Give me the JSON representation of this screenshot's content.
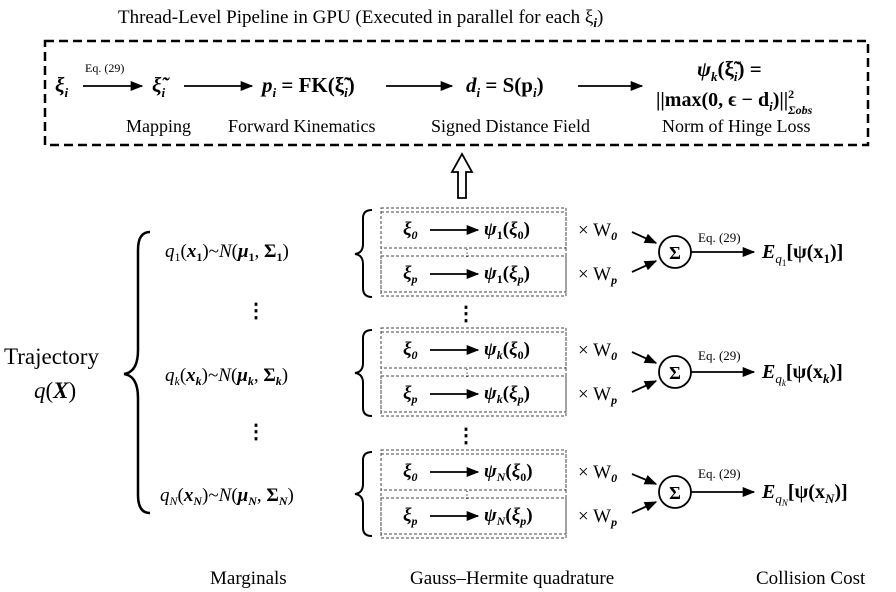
{
  "title": "Thread-Level Pipeline in GPU (Executed in parallel for each ξ",
  "title_sub": "i",
  "pipeline": {
    "xi": "ξ",
    "xi_sub": "i",
    "eq_label": "Eq. (29)",
    "xi_tilde": "ξ̃",
    "xi_tilde_sub": "i",
    "p_expr": "= FK(ξ̃",
    "p_expr_sub": "i",
    "d_expr": "= S(p",
    "psi_line1": "ψ",
    "psi_line1_tail": "(ξ̃",
    "psi_line1_end": ") =",
    "psi_line2": "||max(0, ϵ − d",
    "psi_line2_end": ")||",
    "psi_line2_sup": "2",
    "psi_line2_sub": "Σobs",
    "stage_labels": [
      "Mapping",
      "Forward Kinematics",
      "Signed Distance Field",
      "Norm of Hinge Loss"
    ]
  },
  "trajectory": {
    "line1": "Trajectory",
    "line2": "q(X)"
  },
  "marginals": [
    {
      "q": "q",
      "sub": "1",
      "x_sub": "1",
      "mu_sub": "1",
      "sigma_sub": "1"
    },
    {
      "q": "q",
      "sub": "k",
      "x_sub": "k",
      "mu_sub": "k",
      "sigma_sub": "k"
    },
    {
      "q": "q",
      "sub": "N",
      "x_sub": "N",
      "mu_sub": "N",
      "sigma_sub": "N"
    }
  ],
  "marginal_expr": {
    "x": "(x",
    "tilde": ")~N(μ",
    "comma": ", Σ",
    "close": ")"
  },
  "quadrature": {
    "xi0": "ξ",
    "xi0_sub": "0",
    "xip": "ξ",
    "xip_sub": "p",
    "psi": "ψ",
    "w0": "× W",
    "w0_sub": "0",
    "wp": "× W",
    "wp_sub": "p",
    "sum": "Σ",
    "eq_label": "Eq. (29)"
  },
  "costs": [
    {
      "E": "E",
      "q_sub": "q",
      "q_subsub": "1",
      "expr": "[ψ(x",
      "x_sub": "1",
      "end": ")]"
    },
    {
      "E": "E",
      "q_sub": "q",
      "q_subsub": "k",
      "expr": "[ψ(x",
      "x_sub": "k",
      "end": ")]"
    },
    {
      "E": "E",
      "q_sub": "q",
      "q_subsub": "N",
      "expr": "[ψ(x",
      "x_sub": "N",
      "end": ")]"
    }
  ],
  "ellipsis": "⋮",
  "bottom_labels": [
    "Marginals",
    "Gauss–Hermite quadrature",
    "Collision Cost"
  ]
}
